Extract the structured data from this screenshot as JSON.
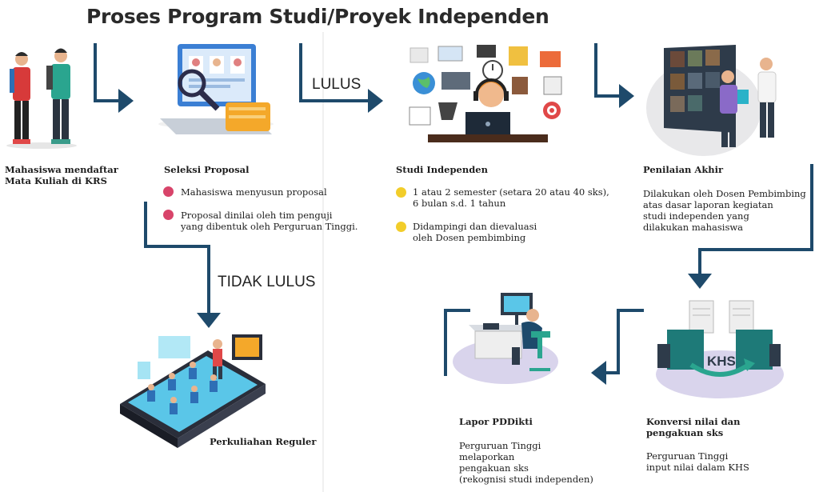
{
  "title": "Proses Program Studi/Proyek Independen",
  "labels": {
    "lulus": "LULUS",
    "tidak_lulus": "TIDAK LULUS",
    "khs": "KHS"
  },
  "steps": {
    "daftar": {
      "title_line1": "Mahasiswa mendaftar",
      "title_line2": "Mata Kuliah di KRS"
    },
    "seleksi": {
      "title": "Seleksi Proposal",
      "bullet1": "Mahasiswa menyusun proposal",
      "bullet2_line1": "Proposal dinilai oleh tim penguji",
      "bullet2_line2": "yang dibentuk oleh Perguruan Tinggi."
    },
    "studi": {
      "title": "Studi Independen",
      "bullet1_line1": "1 atau 2 semester (setara 20 atau 40 sks),",
      "bullet1_line2": "6 bulan s.d. 1 tahun",
      "bullet2_line1": "Didampingi dan dievaluasi",
      "bullet2_line2": "oleh Dosen pembimbing"
    },
    "penilaian": {
      "title": "Penilaian Akhir",
      "line1": "Dilakukan oleh Dosen Pembimbing",
      "line2": "atas dasar laporan kegiatan",
      "line3": "studi independen yang",
      "line4": "dilakukan mahasiswa"
    },
    "perkuliahan": {
      "title": "Perkuliahan Reguler"
    },
    "lapor": {
      "title": "Lapor PDDikti",
      "line1": "Perguruan Tinggi",
      "line2": "melaporkan",
      "line3": "pengakuan sks",
      "line4": "(rekognisi studi independen)"
    },
    "konversi": {
      "title_line1": "Konversi nilai dan",
      "title_line2": "pengakuan sks",
      "line1": "Perguruan Tinggi",
      "line2": "input nilai dalam KHS"
    }
  },
  "colors": {
    "arrow": "#1e4a6b",
    "pink": "#d8446a",
    "yellow": "#f2cd2a",
    "platform": "#d9d4ec"
  }
}
